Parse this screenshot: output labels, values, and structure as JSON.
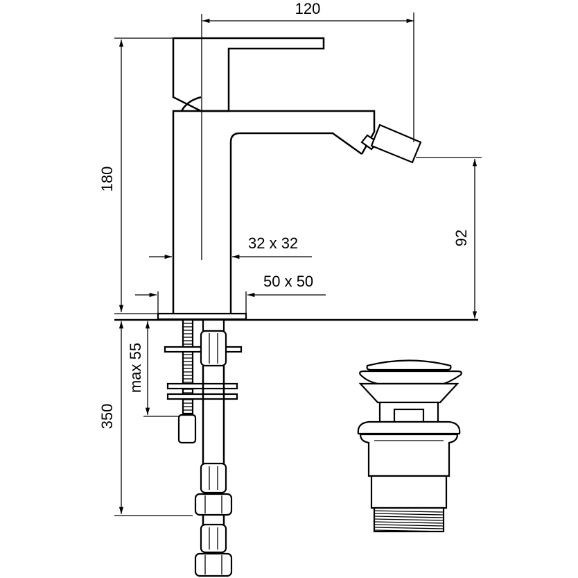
{
  "dimensions": {
    "width": "120",
    "height": "180",
    "spout_height": "92",
    "body_section": "32 x 32",
    "base_section": "50 x 50",
    "max_thickness": "max 55",
    "hose_length": "350"
  },
  "colors": {
    "line": "#000000",
    "background": "#ffffff"
  }
}
